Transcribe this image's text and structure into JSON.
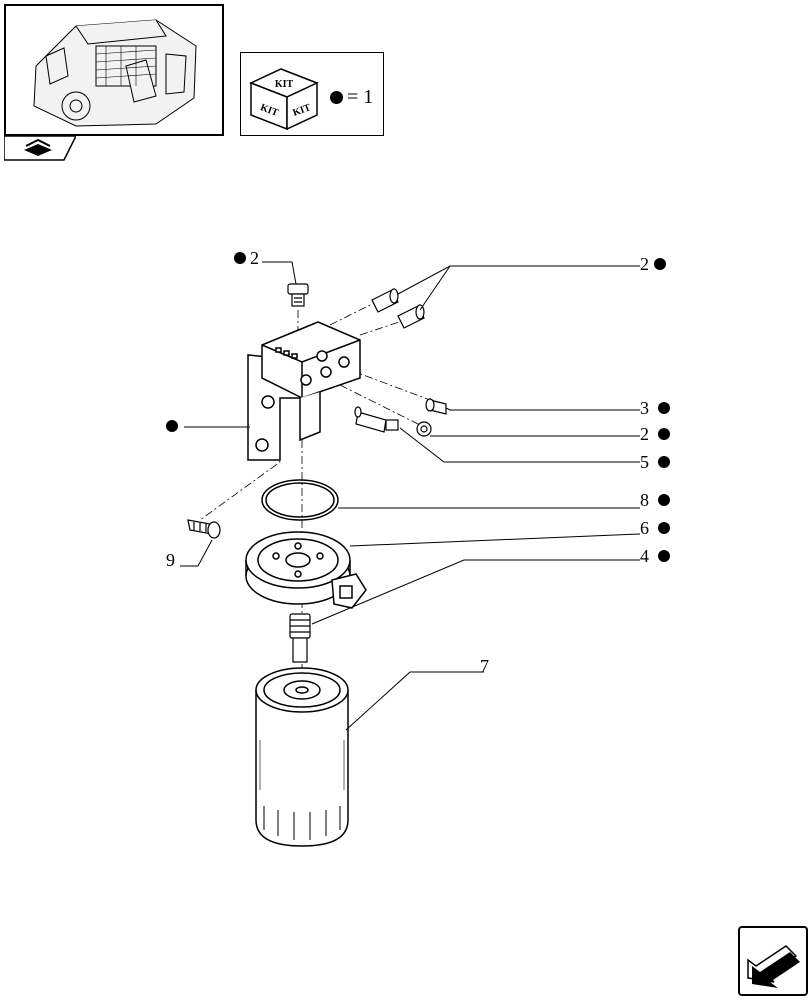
{
  "thumbnail": {
    "icon": "engine-thumbnail-icon"
  },
  "nav": {
    "icon": "book-nav-icon"
  },
  "kit_legend": {
    "box_labels": [
      "KIT",
      "KIT",
      "KIT"
    ],
    "equals_text": "= 1"
  },
  "callouts": [
    {
      "label": "2",
      "kit": true
    },
    {
      "label": "2",
      "kit": true
    },
    {
      "label": "",
      "kit": true
    },
    {
      "label": "3",
      "kit": true
    },
    {
      "label": "2",
      "kit": true
    },
    {
      "label": "5",
      "kit": true
    },
    {
      "label": "8",
      "kit": true
    },
    {
      "label": "6",
      "kit": true
    },
    {
      "label": "4",
      "kit": true
    },
    {
      "label": "9",
      "kit": false
    },
    {
      "label": "7",
      "kit": false
    }
  ],
  "next_icon": "next-page-arrow-icon"
}
